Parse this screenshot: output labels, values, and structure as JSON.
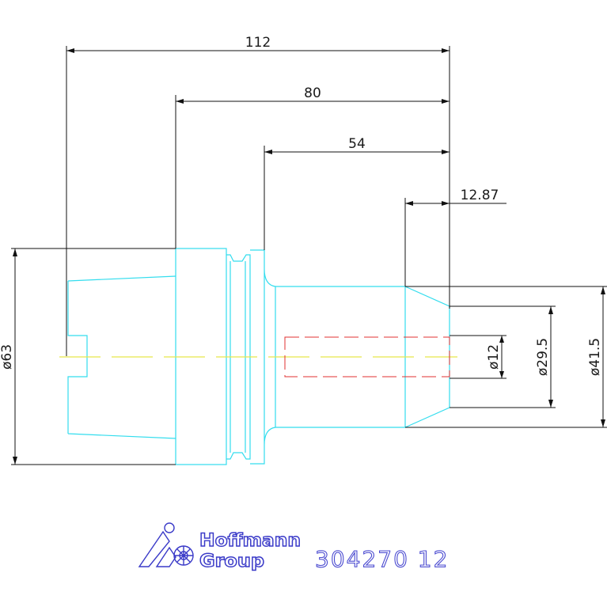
{
  "dimensions": {
    "total_length": "112",
    "length_80": "80",
    "length_54": "54",
    "length_12_87": "12.87",
    "dia_63": "ø63",
    "dia_12": "ø12",
    "dia_29_5": "ø29.5",
    "dia_41_5": "ø41.5"
  },
  "logo": {
    "line1": "Hoffmann",
    "line2": "Group"
  },
  "part_number": "304270 12",
  "colors": {
    "part_outline": "#33ddee",
    "dimension": "#111111",
    "centerline": "#e8e84a",
    "hidden_line": "#e03030",
    "logo": "#3a3ac8"
  }
}
